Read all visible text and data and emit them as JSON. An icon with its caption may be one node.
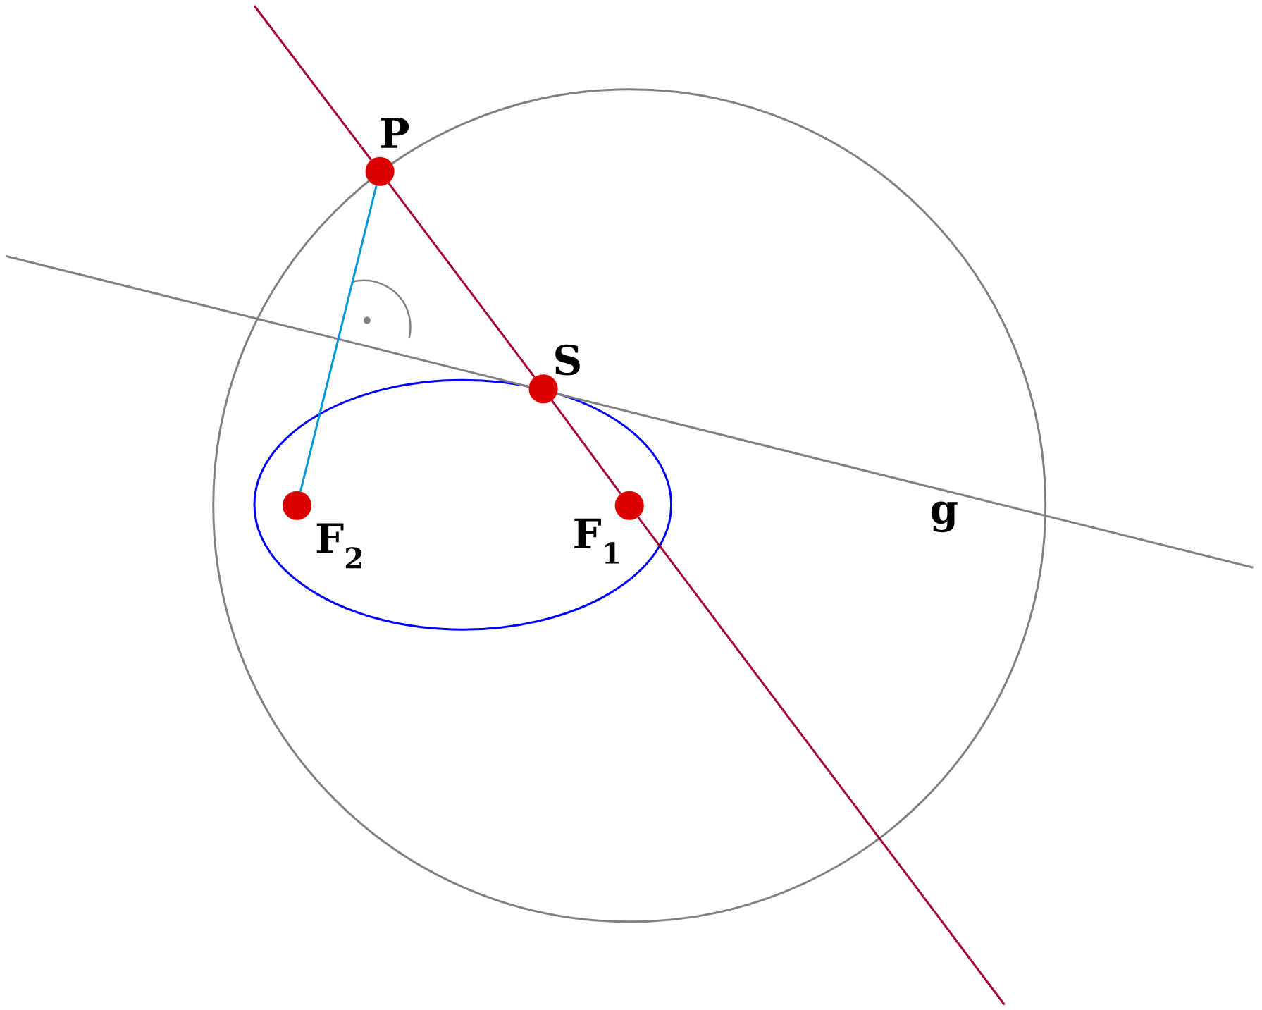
{
  "diagram": {
    "nodes": [
      {
        "text": [
          "P"
        ]
      },
      {
        "text": [
          "S"
        ]
      },
      {
        "text": [
          "F$_{2}$"
        ]
      },
      {
        "text": [
          "F$_{1}$"
        ]
      }
    ],
    "edges": [
      {
        "from": null,
        "to": 0,
        "arrow": "none"
      },
      {
        "from": 0,
        "to": 1,
        "arrow": "none"
      },
      {
        "from": 1,
        "to": 3,
        "arrow": "none"
      },
      {
        "from": 3,
        "to": null,
        "arrow": "none"
      },
      {
        "from": 0,
        "to": 2,
        "arrow": "none",
        "color": "#0099d6"
      }
    ],
    "labels": [
      "g"
    ]
  }
}
